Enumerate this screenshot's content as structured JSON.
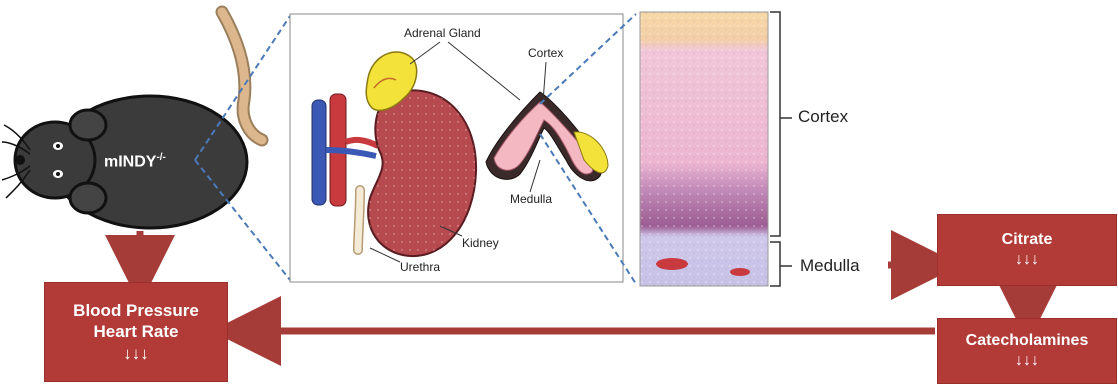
{
  "mouse": {
    "label": "mINDY",
    "superscript": "-/-"
  },
  "kidney_panel": {
    "adrenal_gland_label": "Adrenal Gland",
    "cortex_label": "Cortex",
    "medulla_label": "Medulla",
    "kidney_label": "Kidney",
    "urethra_label": "Urethra"
  },
  "tissue_panel": {
    "cortex_label": "Cortex",
    "medulla_label": "Medulla"
  },
  "boxes": {
    "blood_pressure": {
      "line1": "Blood Pressure",
      "line2": "Heart Rate",
      "arrows": "↓↓↓"
    },
    "citrate": {
      "line1": "Citrate",
      "arrows": "↓↓↓"
    },
    "catecholamines": {
      "line1": "Catecholamines",
      "arrows": "↓↓↓"
    }
  },
  "colors": {
    "box_fill": "#b23b37",
    "arrow": "#a63c37",
    "mouse_body": "#3a3a3a",
    "tail": "#d9b48a",
    "dashed_line": "#4a7ab8",
    "kidney": "#b64a4f",
    "adrenal": "#f2e23a",
    "cortex_tissue": "#eab9d1",
    "medulla_tissue": "#c9c6e8"
  }
}
